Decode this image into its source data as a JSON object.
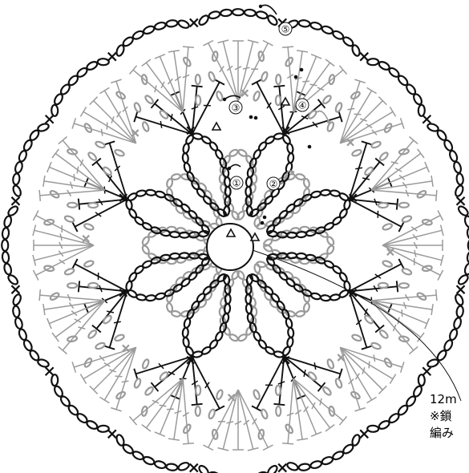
{
  "diagram": {
    "round_markers": [
      "①",
      "②",
      "③",
      "④",
      "⑤"
    ],
    "notes": [
      "12m",
      "※鎖",
      "編み"
    ],
    "colors": {
      "ink": "#111111",
      "gray": "#9a9a9a"
    },
    "stitch_symbols": [
      "chain-oval",
      "single-crochet-x",
      "treble-crochet",
      "slip-stitch-dot",
      "start-triangle",
      "arrow"
    ]
  }
}
